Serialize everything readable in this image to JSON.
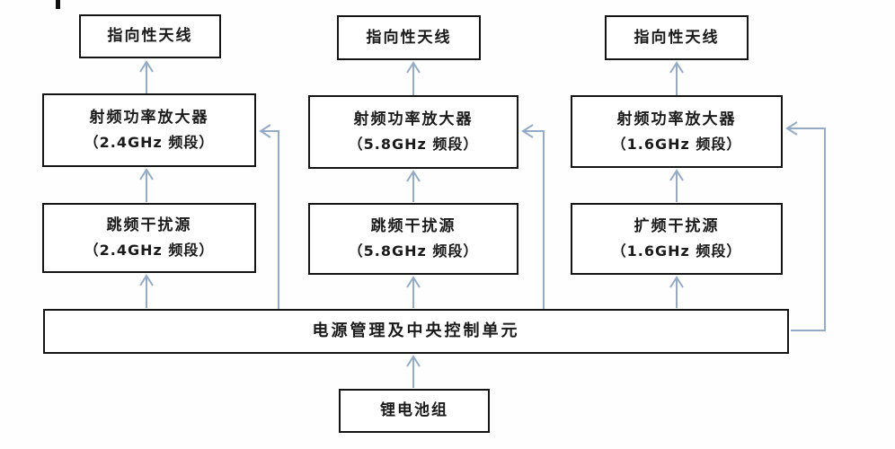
{
  "diagram": {
    "arrow_color": "#93abc7",
    "box_border_color": "#141414",
    "columns": [
      {
        "antenna": "指向性天线",
        "amplifier_line1": "射频功率放大器",
        "amplifier_line2": "（2.4GHz 频段）",
        "jammer_line1": "跳频干扰源",
        "jammer_line2": "（2.4GHz 频段）"
      },
      {
        "antenna": "指向性天线",
        "amplifier_line1": "射频功率放大器",
        "amplifier_line2": "（5.8GHz 频段）",
        "jammer_line1": "跳频干扰源",
        "jammer_line2": "（5.8GHz 频段）"
      },
      {
        "antenna": "指向性天线",
        "amplifier_line1": "射频功率放大器",
        "amplifier_line2": "（1.6GHz 频段）",
        "jammer_line1": "扩频干扰源",
        "jammer_line2": "（1.6GHz 频段）"
      }
    ],
    "control_unit": "电源管理及中央控制单元",
    "battery": "锂电池组"
  }
}
